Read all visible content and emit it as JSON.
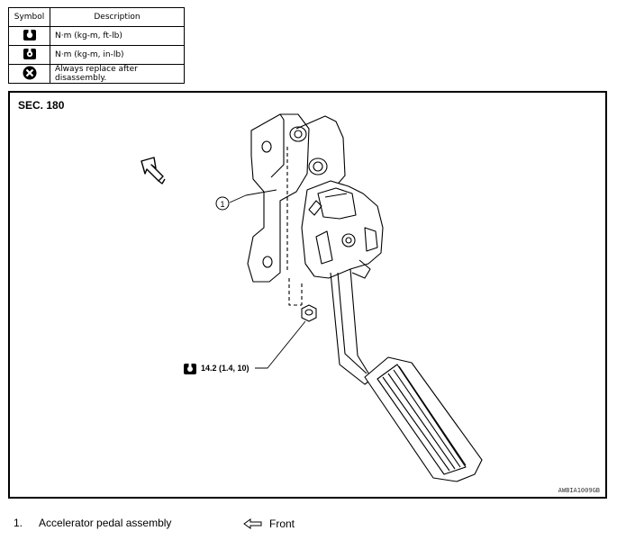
{
  "legend": {
    "header_symbol": "Symbol",
    "header_description": "Description",
    "rows": [
      {
        "icon": "torque-wrench-icon",
        "description": "N·m (kg-m, ft-lb)"
      },
      {
        "icon": "torque-wrench-inlb-icon",
        "description": "N·m (kg-m, in-lb)"
      },
      {
        "icon": "replace-after-disassembly-icon",
        "description": "Always replace after disassembly."
      }
    ]
  },
  "figure": {
    "section": "SEC. 180",
    "callout_1": "1",
    "torque_spec": "14.2 (1.4, 10)",
    "figure_code": "AWBIA1009GB",
    "front_arrow_icon": "front-arrow-icon"
  },
  "footer": {
    "item_number": "1.",
    "item_label": "Accelerator pedal assembly",
    "front_label": "Front"
  }
}
